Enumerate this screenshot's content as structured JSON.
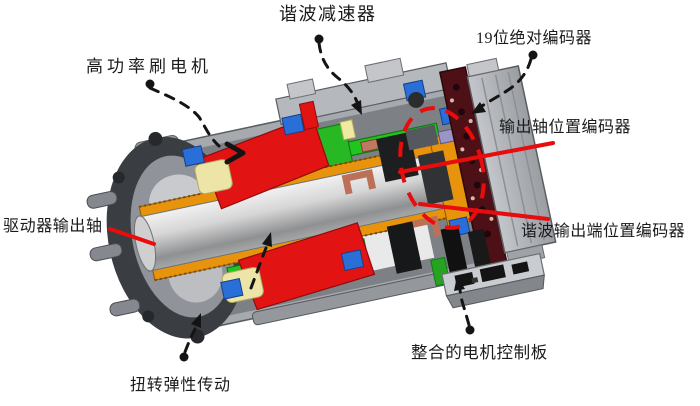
{
  "labels": {
    "brush_motor": {
      "text": "高功率刷电机"
    },
    "harmonic_reducer": {
      "text": "谐波减速器"
    },
    "absolute_encoder_19bit": {
      "text": "19位绝对编码器"
    },
    "output_shaft_encoder": {
      "text": "输出轴位置编码器"
    },
    "harmonic_output_encoder": {
      "text": "谐波输出端位置编码器"
    },
    "driver_output_shaft": {
      "text": "驱动器输出轴"
    },
    "torsional_elastic_drive": {
      "text": "扭转弹性传动"
    },
    "integrated_motor_control_board": {
      "text": "整合的电机控制板"
    }
  },
  "annotation": {
    "leader_color": "#141414",
    "highlight_color": "#e80c0c"
  },
  "palette": {
    "housing_gray": "#a6a9ae",
    "flange_dark": "#3a3d41",
    "shaft_light": "#d9d9d9",
    "sleeve_orange": "#e8930c",
    "magnet_red": "#e11313",
    "winding_green": "#22c51e",
    "bearing_blue": "#2a6fd8",
    "bearing_cream": "#ede5a8",
    "pcb_maroon": "#4c1016",
    "clip_copper": "#bd7058",
    "background": "#ffffff"
  }
}
